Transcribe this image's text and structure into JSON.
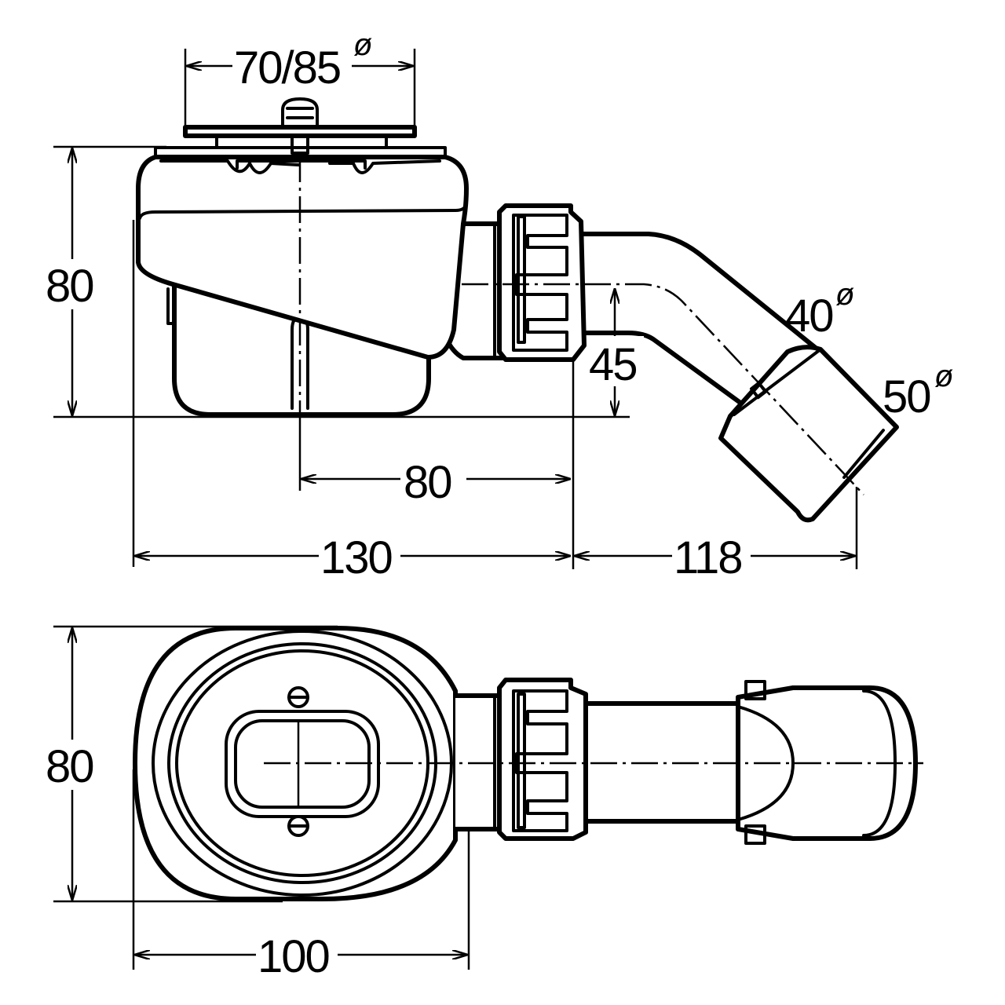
{
  "dimensions": {
    "grate_diameter": "70/85",
    "diameter_mark": "ø",
    "side_height": "80",
    "outlet_height": "45",
    "outlet_diameter_inner": "40",
    "outlet_diameter_outer": "50",
    "center_to_nut": "80",
    "body_length": "130",
    "outlet_length": "118",
    "top_height": "80",
    "top_width": "100"
  }
}
